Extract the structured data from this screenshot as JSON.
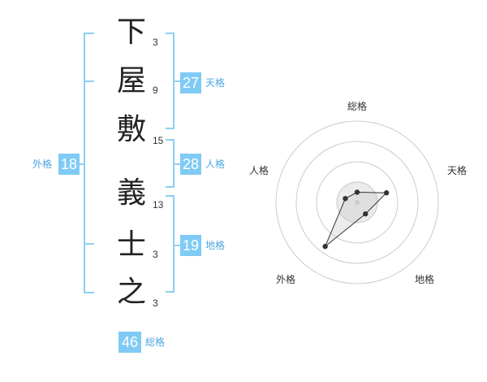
{
  "name": {
    "chars": [
      {
        "char": "下",
        "strokes": "3"
      },
      {
        "char": "屋",
        "strokes": "9"
      },
      {
        "char": "敷",
        "strokes": "15"
      },
      {
        "char": "義",
        "strokes": "13"
      },
      {
        "char": "士",
        "strokes": "3"
      },
      {
        "char": "之",
        "strokes": "3"
      }
    ]
  },
  "scores": {
    "tenkaku": {
      "value": "27",
      "label": "天格"
    },
    "jinkaku": {
      "value": "28",
      "label": "人格"
    },
    "chikaku": {
      "value": "19",
      "label": "地格"
    },
    "gaikaku": {
      "value": "18",
      "label": "外格"
    },
    "soukaku": {
      "value": "46",
      "label": "総格"
    }
  },
  "colors": {
    "accent": "#7fcbf5",
    "label_text": "#4da6e0",
    "bracket": "#8ccff2"
  },
  "chart_data": {
    "type": "radar",
    "axes": [
      "総格",
      "天格",
      "地格",
      "外格",
      "人格"
    ],
    "rings": 4,
    "values": [
      0.5,
      1.52,
      0.7,
      2.68,
      0.61
    ],
    "max": 4
  }
}
